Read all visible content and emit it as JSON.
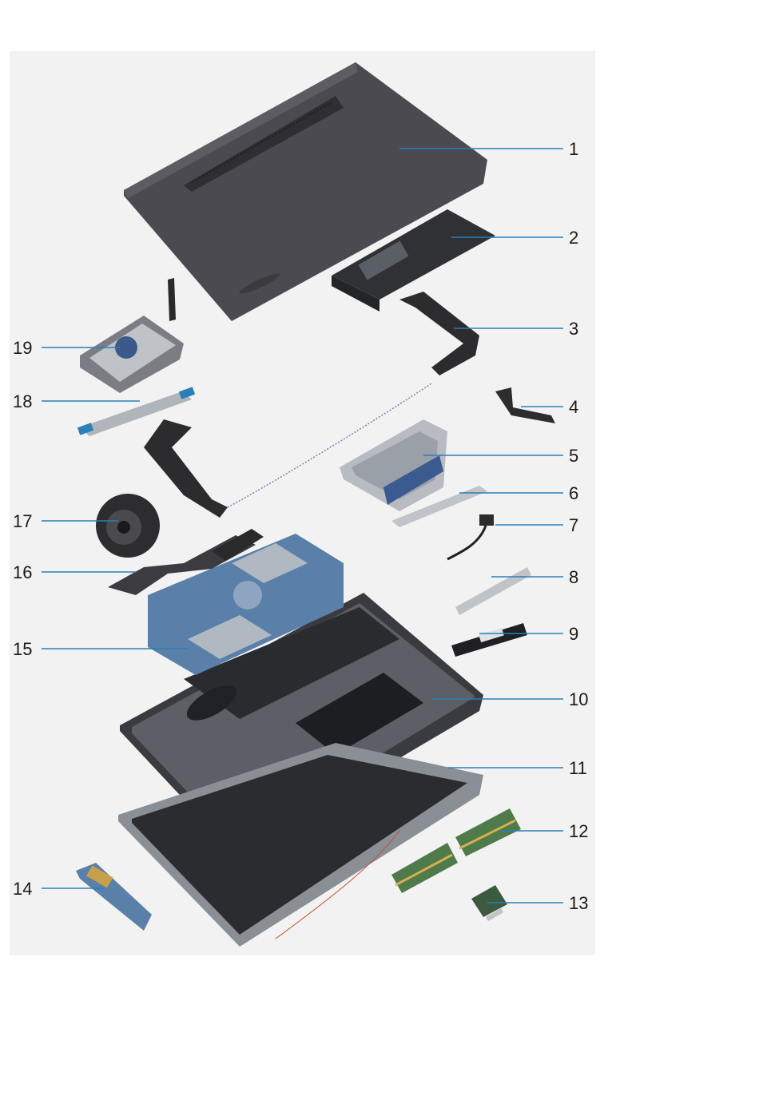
{
  "callouts": [
    {
      "id": "1",
      "label": "1"
    },
    {
      "id": "2",
      "label": "2"
    },
    {
      "id": "3",
      "label": "3"
    },
    {
      "id": "4",
      "label": "4"
    },
    {
      "id": "5",
      "label": "5"
    },
    {
      "id": "6",
      "label": "6"
    },
    {
      "id": "7",
      "label": "7"
    },
    {
      "id": "8",
      "label": "8"
    },
    {
      "id": "9",
      "label": "9"
    },
    {
      "id": "10",
      "label": "10"
    },
    {
      "id": "11",
      "label": "11"
    },
    {
      "id": "12",
      "label": "12"
    },
    {
      "id": "13",
      "label": "13"
    },
    {
      "id": "14",
      "label": "14"
    },
    {
      "id": "15",
      "label": "15"
    },
    {
      "id": "16",
      "label": "16"
    },
    {
      "id": "17",
      "label": "17"
    },
    {
      "id": "18",
      "label": "18"
    },
    {
      "id": "19",
      "label": "19"
    }
  ],
  "colors": {
    "panel": "#f2f2f2",
    "leader": "#2a7fb8",
    "chassis": "#4a4a50",
    "board_blue": "#5a7fa8",
    "ram_green": "#4f7a4a",
    "metal": "#c0c4c8"
  }
}
